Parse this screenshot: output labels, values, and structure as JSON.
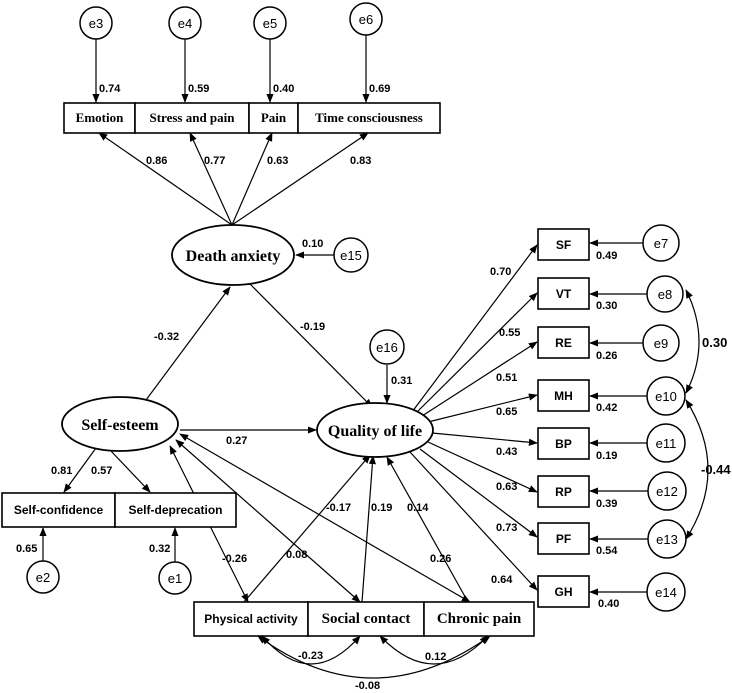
{
  "latent": {
    "death_anxiety": "Death anxiety",
    "self_esteem": "Self-esteem",
    "quality_of_life": "Quality of life"
  },
  "indicators_da": {
    "emotion": "Emotion",
    "stress_pain": "Stress and pain",
    "pain": "Pain",
    "time": "Time consciousness"
  },
  "indicators_se": {
    "confidence": "Self-confidence",
    "deprecation": "Self-deprecation"
  },
  "indicators_qol": {
    "sf": "SF",
    "vt": "VT",
    "re": "RE",
    "mh": "MH",
    "bp": "BP",
    "rp": "RP",
    "pf": "PF",
    "gh": "GH"
  },
  "covariates": {
    "physical": "Physical activity",
    "social": "Social contact",
    "chronic": "Chronic pain"
  },
  "errors": {
    "e1": "e1",
    "e2": "e2",
    "e3": "e3",
    "e4": "e4",
    "e5": "e5",
    "e6": "e6",
    "e7": "e7",
    "e8": "e8",
    "e9": "e9",
    "e10": "e10",
    "e11": "e11",
    "e12": "e12",
    "e13": "e13",
    "e14": "e14",
    "e15": "e15",
    "e16": "e16"
  },
  "coefficients": {
    "e3": "0.74",
    "e4": "0.59",
    "e5": "0.40",
    "e6": "0.69",
    "emotion": "0.86",
    "stress": "0.77",
    "pain": "0.63",
    "time": "0.83",
    "e15": "0.10",
    "se_da": "-0.32",
    "da_qol": "-0.19",
    "se_qol": "0.27",
    "e16": "0.31",
    "sf": "0.70",
    "vt": "0.55",
    "re": "0.51",
    "mh": "0.65",
    "bp": "0.43",
    "rp": "0.63",
    "pf": "0.73",
    "gh": "0.64",
    "e7": "0.49",
    "e8": "0.30",
    "e9": "0.26",
    "e10": "0.42",
    "e11": "0.19",
    "e12": "0.39",
    "e13": "0.54",
    "e14": "0.40",
    "cov_e8_e10": "0.30",
    "cov_e10_e13": "-0.44",
    "confidence": "0.81",
    "deprecation": "0.57",
    "e2": "0.65",
    "e1": "0.32",
    "pa_se": "-0.26",
    "sc_se": "0.08",
    "cp_se": "0.26",
    "pa_qol": "-0.17",
    "sc_qol": "0.19",
    "cp_qol": "0.14",
    "pa_sc": "-0.23",
    "sc_cp": "0.12",
    "pa_cp": "-0.08"
  }
}
